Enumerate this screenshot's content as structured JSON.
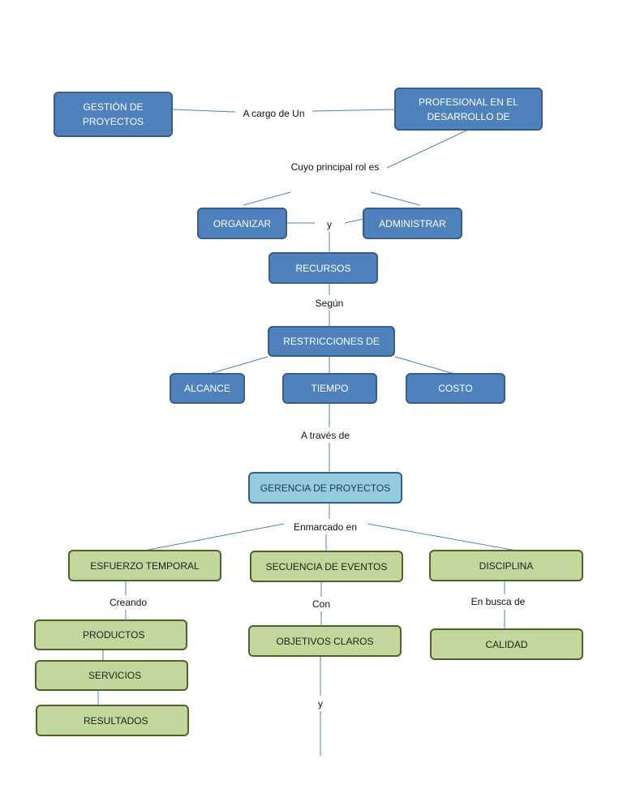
{
  "nodes": {
    "gestion": "GESTIÓN  DE PROYECTOS",
    "profesional": "PROFESIONAL EN EL DESARROLLO DE",
    "organizar": "ORGANIZAR",
    "administrar": "ADMINISTRAR",
    "recursos": "RECURSOS",
    "restricciones": "RESTRICCIONES DE",
    "alcance": "ALCANCE",
    "tiempo": "TIEMPO",
    "costo": "COSTO",
    "gerencia": "GERENCIA DE PROYECTOS",
    "esfuerzo": "ESFUERZO TEMPORAL",
    "secuencia": "SECUENCIA DE EVENTOS",
    "disciplina": "DISCIPLINA",
    "productos": "PRODUCTOS",
    "servicios": "SERVICIOS",
    "resultados": "RESULTADOS",
    "objetivos": "OBJETIVOS CLAROS",
    "calidad": "CALIDAD"
  },
  "connectors": {
    "a_cargo": "A cargo de Un",
    "cuyo_rol": "Cuyo principal rol es",
    "y1": "y",
    "segun": "Según",
    "a_traves": "A través de",
    "enmarcado": "Enmarcado en",
    "creando": "Creando",
    "con": "Con",
    "en_busca": "En busca de",
    "y2": "y"
  },
  "colors": {
    "blue_fill": "#4f81bd",
    "blue_border": "#385d8a",
    "light_blue_fill": "#93cddd",
    "green_fill": "#c3d69b",
    "green_border": "#4f6228",
    "line": "#4f81bd"
  }
}
